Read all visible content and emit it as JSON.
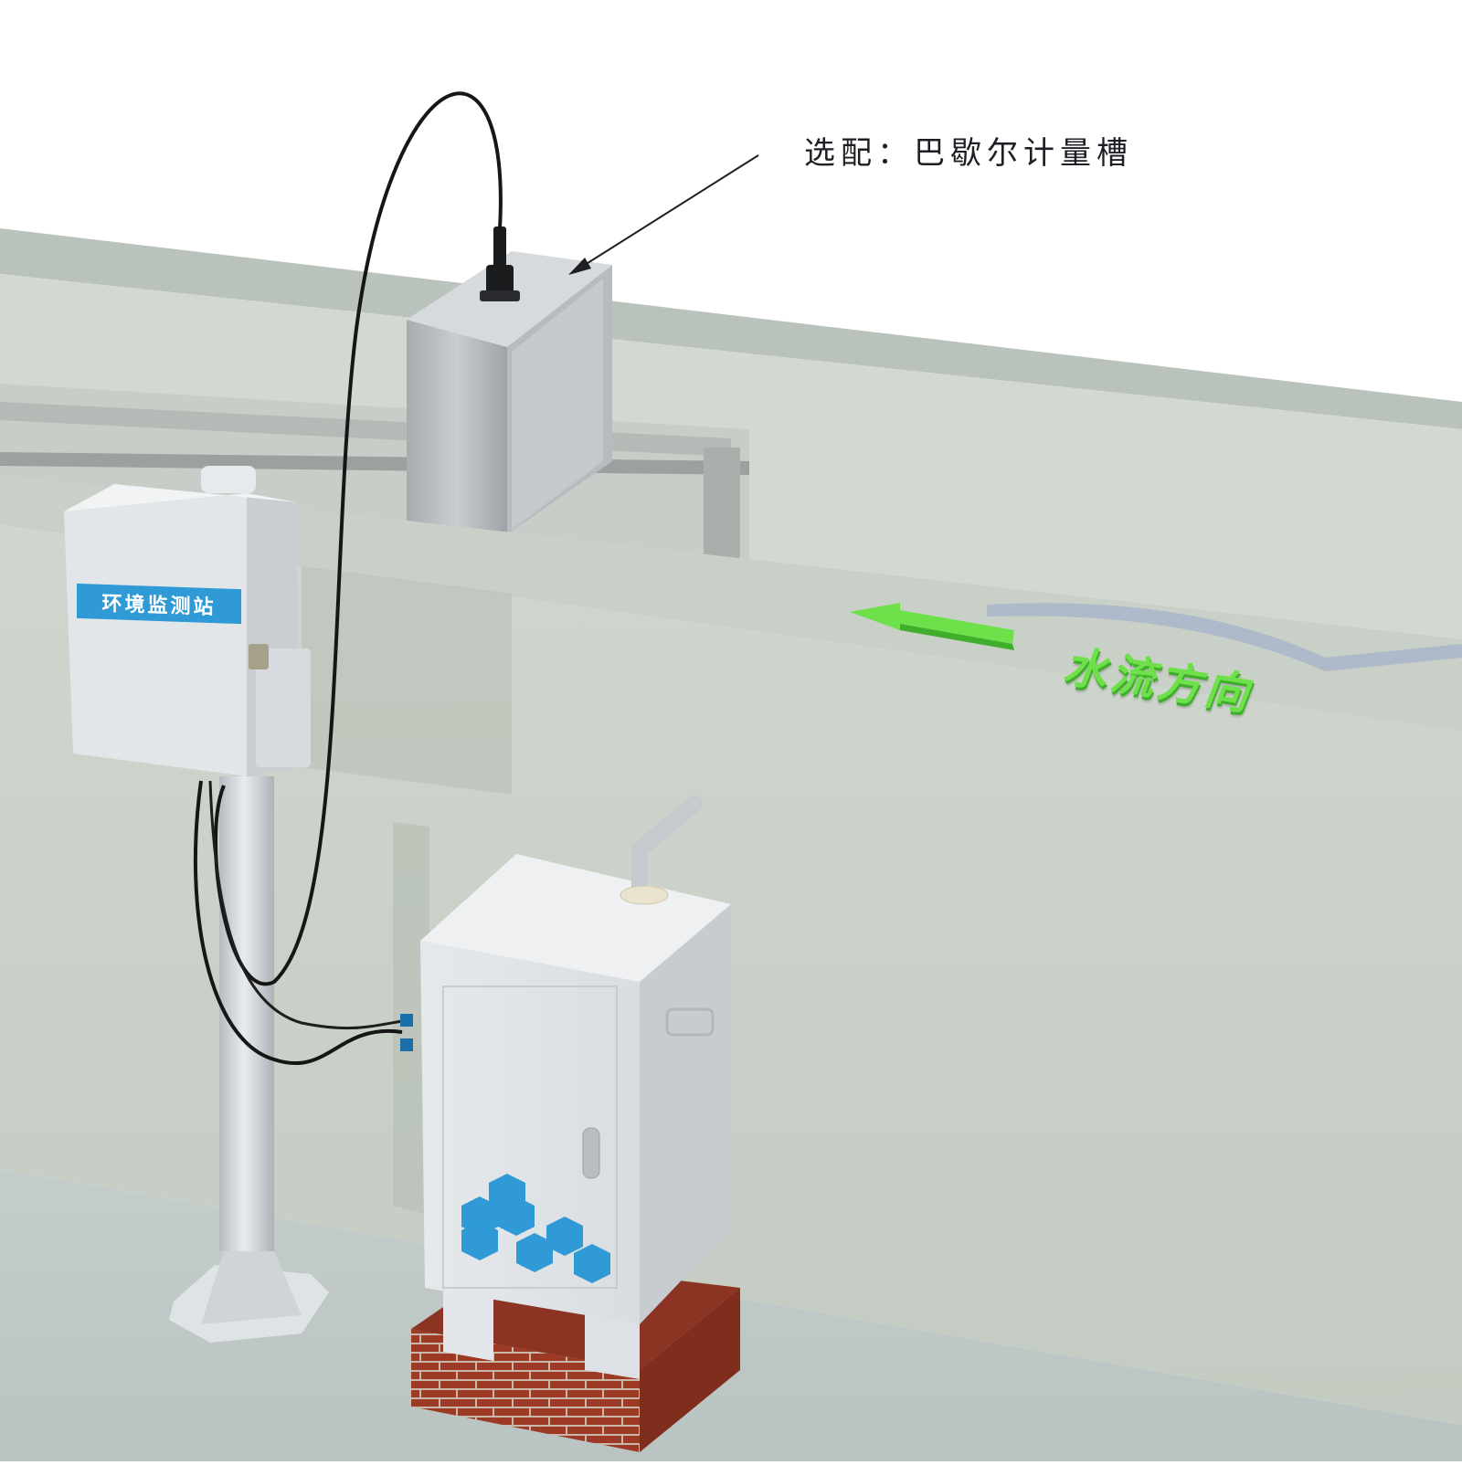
{
  "callout": {
    "text": "选配：巴歇尔计量槽"
  },
  "station_box": {
    "label": "环境监测站"
  },
  "floor_marking": {
    "text": "水流方向",
    "arrow_direction": "left",
    "color": "#6ee04a"
  },
  "icons": [
    "flow-arrow-icon",
    "hexagon-logo-icon",
    "callout-arrow-icon"
  ],
  "colors": {
    "station_label_bg": "#2f9ad6",
    "logo_hex": "#2f9ad6",
    "brick": "#9c3a26"
  }
}
